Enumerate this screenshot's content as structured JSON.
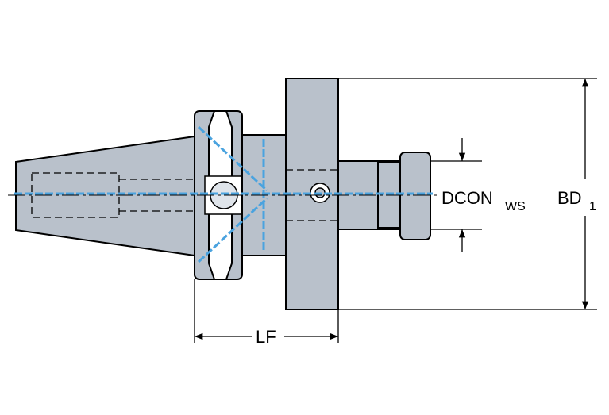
{
  "dimensions": {
    "lf": {
      "label": "LF"
    },
    "bd": {
      "label": "BD",
      "subscript": "1"
    },
    "dcon": {
      "label": "DCON",
      "subscript": "WS"
    }
  },
  "colors": {
    "body_fill": "#b9c1cb",
    "outline": "#000000",
    "coolant": "#4aa3df",
    "dimension_line": "#000000"
  }
}
